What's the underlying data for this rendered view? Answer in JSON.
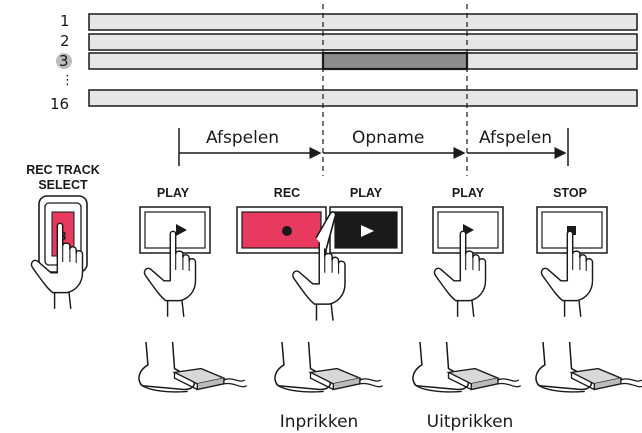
{
  "tracks": [
    {
      "label": "1"
    },
    {
      "label": "2"
    },
    {
      "label": "3",
      "highlighted": true
    },
    {
      "label": "⋮"
    },
    {
      "label": "16"
    }
  ],
  "timeline": {
    "sections": [
      "Afspelen",
      "Opname",
      "Afspelen"
    ]
  },
  "rec_track_select": {
    "label_line1": "REC TRACK",
    "label_line2": "SELECT",
    "button_text": "3",
    "color": "#e8395f"
  },
  "transport": {
    "play1": "PLAY",
    "rec": "REC",
    "play2": "PLAY",
    "play3": "PLAY",
    "stop": "STOP"
  },
  "punch": {
    "in": "Inprikken",
    "out": "Uitprikken"
  },
  "icons": [
    "play-icon",
    "record-icon",
    "stop-icon",
    "hand-pointer-icon",
    "footswitch-icon"
  ],
  "colors": {
    "track_fill": "#e6e6e6",
    "record_region": "#8c8c8c",
    "rec_red": "#e8395f",
    "play_dark": "#1a1a1a"
  }
}
